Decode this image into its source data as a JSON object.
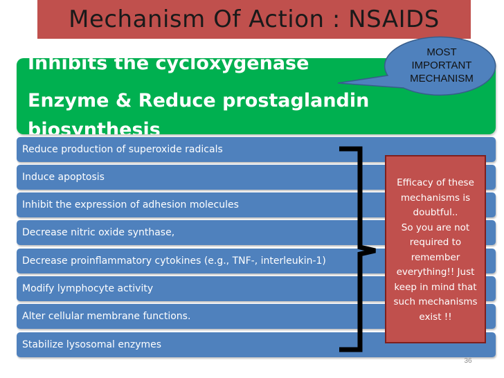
{
  "title": "Mechanism Of Action : NSAIDS",
  "highlight": {
    "line1": "Inhibits the cycloxygenase",
    "line2": "Enzyme & Reduce prostaglandin",
    "line3": "biosynthesis"
  },
  "callout": {
    "line1": "MOST",
    "line2": "IMPORTANT",
    "line3": "MECHANISM"
  },
  "mechanisms": [
    "Reduce production of superoxide radicals",
    "Induce apoptosis",
    "Inhibit the expression of adhesion molecules",
    "Decrease nitric oxide synthase,",
    "Decrease proinflammatory cytokines (e.g., TNF-, interleukin-1)",
    "Modify lymphocyte activity",
    "Alter cellular membrane functions.",
    "Stabilize lysosomal enzymes"
  ],
  "note_lines": [
    "Efficacy of these",
    "mechanisms is",
    "doubtful..",
    "So you are not",
    "required to",
    "remember",
    "everything!! Just",
    "keep in mind that",
    "such mechanisms",
    "exist !!"
  ],
  "page_number": "36",
  "colors": {
    "title_bar": "#c0504d",
    "highlight_box": "#00b050",
    "item_bar": "#4f81bd",
    "callout": "#4f81bd",
    "note_box": "#c0504d"
  }
}
